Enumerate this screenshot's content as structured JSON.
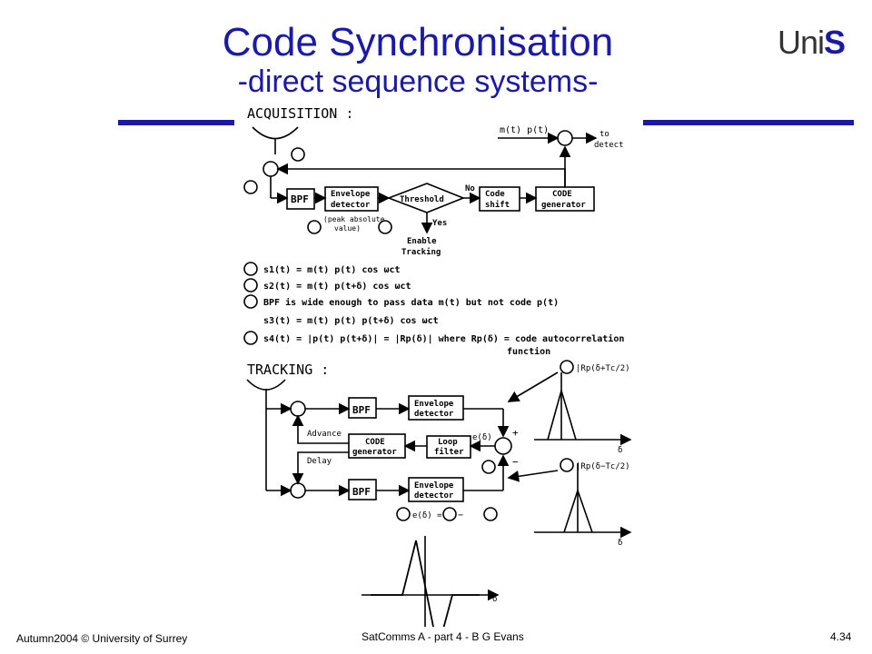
{
  "header": {
    "title": "Code Synchronisation",
    "subtitle": "-direct sequence systems-",
    "logo_prefix": "Uni",
    "logo_suffix": "S"
  },
  "acquisition": {
    "heading": "ACQUISITION :",
    "input_product": "m(t) p(t)",
    "to_detect": "to",
    "to_detect2": "detect",
    "bpf": "BPF",
    "envelope": "Envelope",
    "detector": "detector",
    "threshold": "Threshold",
    "no": "No",
    "yes": "Yes",
    "code_shift_1": "Code",
    "code_shift_2": "shift",
    "code_gen_1": "CODE",
    "code_gen_2": "generator",
    "peak_1": "(peak absolute",
    "peak_2": "value)",
    "enable_1": "Enable",
    "enable_2": "Tracking",
    "eq1": "s1(t) = m(t) p(t) cos ωct",
    "eq2": "s2(t) = m(t) p(t+δ) cos ωct",
    "eq3": "BPF is wide enough to pass data m(t) but not code p(t)",
    "eq3b": "s3(t) = m(t) p(t) p(t+δ) cos ωct",
    "eq4": "s4(t) = |p(t) p(t+δ)| = |Rp(δ)|   where Rp(δ) = code autocorrelation",
    "eq4b": "function"
  },
  "tracking": {
    "heading": "TRACKING :",
    "bpf": "BPF",
    "envelope": "Envelope",
    "detector": "detector",
    "code_gen_1": "CODE",
    "code_gen_2": "generator",
    "loop_1": "Loop",
    "loop_2": "filter",
    "advance": "Advance",
    "delay": "Delay",
    "error": "e(δ)",
    "plus": "+",
    "minus": "−",
    "plot1": "|Rp(δ+Tc/2)",
    "plot2": "|Rp(δ−Tc/2)",
    "err_eq": "e(δ) =",
    "err_minus": "−",
    "delta": "δ"
  },
  "footer": {
    "left": "Autumn2004 © University of Surrey",
    "middle": "SatComms A - part 4 - B G Evans",
    "right": "4.34"
  }
}
